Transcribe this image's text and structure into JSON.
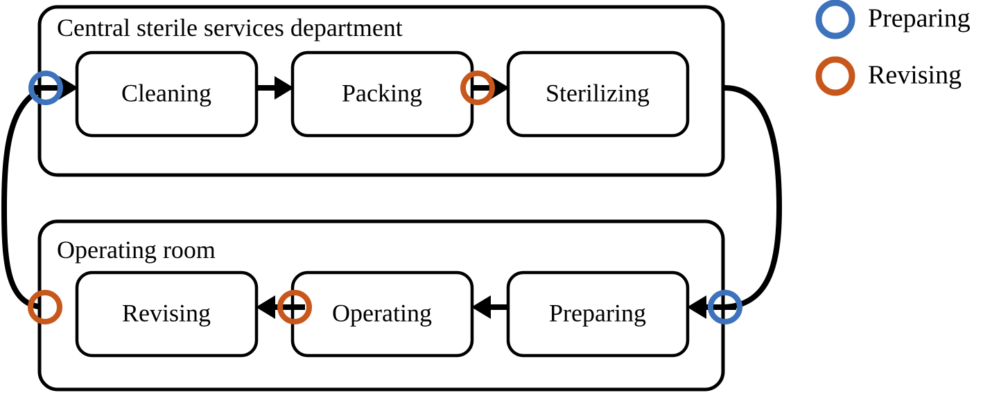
{
  "diagram": {
    "type": "process-flow",
    "title_visible": false,
    "colors": {
      "preparing_marker": "#3d72bd",
      "revising_marker": "#c8571b",
      "stroke": "#000000",
      "fill": "#ffffff",
      "background": "#ffffff"
    },
    "containers": [
      {
        "id": "cssd",
        "title": "Central sterile services department",
        "nodes": [
          "Cleaning",
          "Packing",
          "Sterilizing"
        ]
      },
      {
        "id": "or",
        "title": "Operating room",
        "nodes": [
          "Revising",
          "Operating",
          "Preparing"
        ]
      }
    ],
    "nodes": [
      {
        "id": "cleaning",
        "label": "Cleaning"
      },
      {
        "id": "packing",
        "label": "Packing"
      },
      {
        "id": "sterilizing",
        "label": "Sterilizing"
      },
      {
        "id": "revising",
        "label": "Revising"
      },
      {
        "id": "operating",
        "label": "Operating"
      },
      {
        "id": "preparing",
        "label": "Preparing"
      }
    ],
    "markers": [
      {
        "id": "m1",
        "kind": "preparing",
        "on_edge": "revising-to-cleaning"
      },
      {
        "id": "m2",
        "kind": "revising",
        "on_edge": "packing-to-sterilizing"
      },
      {
        "id": "m3",
        "kind": "preparing",
        "on_edge": "sterilizing-to-preparing"
      },
      {
        "id": "m4",
        "kind": "revising",
        "on_edge": "operating-to-revising"
      },
      {
        "id": "m5",
        "kind": "revising",
        "on_edge": "revising-to-cleaning"
      }
    ],
    "edges": [
      {
        "from": "cleaning",
        "to": "packing",
        "direction": "right"
      },
      {
        "from": "packing",
        "to": "sterilizing",
        "direction": "right"
      },
      {
        "from": "sterilizing",
        "to": "preparing",
        "direction": "curve-down-right"
      },
      {
        "from": "preparing",
        "to": "operating",
        "direction": "left"
      },
      {
        "from": "operating",
        "to": "revising",
        "direction": "left"
      },
      {
        "from": "revising",
        "to": "cleaning",
        "direction": "curve-up-left"
      }
    ]
  },
  "legend": {
    "items": [
      {
        "label": "Preparing",
        "color": "#3d72bd",
        "icon": "circle-outline-icon"
      },
      {
        "label": "Revising",
        "color": "#c8571b",
        "icon": "circle-outline-icon"
      }
    ]
  }
}
